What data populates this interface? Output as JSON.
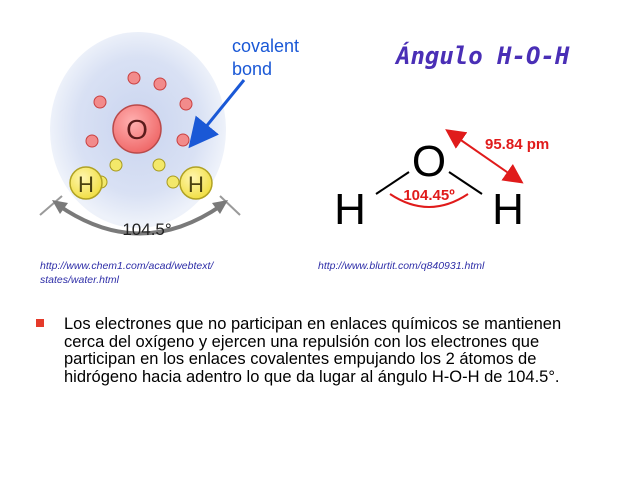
{
  "slide": {
    "title": "Ángulo H-O-H",
    "url_left": "http://www.chem1.com/acad/webtext/ states/water.html",
    "url_right": "http://www.blurtit.com/q840931.html",
    "bullet": "Los electrones que no participan en enlaces químicos se mantienen cerca del oxígeno y ejercen una repulsión con los electrones que participan en los enlaces covalentes empujando los 2 átomos de hidrógeno hacia adentro lo que da lugar al ángulo H-O-H de 104.5°."
  },
  "left_diagram": {
    "label_covalent": "covalent",
    "label_bond": "bond",
    "oxygen": "O",
    "hydrogen_left": "H",
    "hydrogen_right": "H",
    "angle": "104.5°"
  },
  "right_diagram": {
    "oxygen": "O",
    "hydrogen_left": "H",
    "hydrogen_right": "H",
    "angle": "104.45º",
    "bond_length": "95.84 pm"
  },
  "colors": {
    "title": "#4a2fb6",
    "accent_red": "#e01b1b",
    "bullet": "#e53a2a",
    "arrow_blue": "#1a58d6"
  }
}
